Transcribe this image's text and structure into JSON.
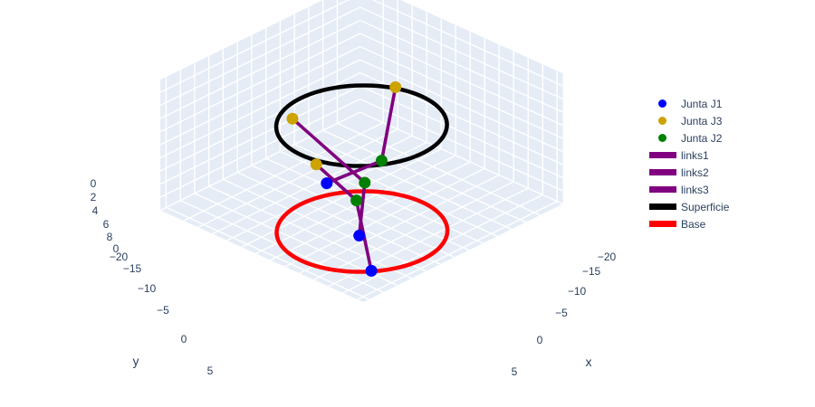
{
  "chart_data": {
    "type": "scatter3d",
    "axes": {
      "x": {
        "title": "x",
        "tick_labels": [
          "−20",
          "−15",
          "−10",
          "−5",
          "0",
          "5"
        ]
      },
      "y": {
        "title": "y",
        "tick_labels": [
          "−20",
          "−15",
          "−10",
          "−5",
          "0",
          "5"
        ]
      },
      "z": {
        "title": "",
        "tick_labels": [
          "0",
          "2",
          "4",
          "6",
          "8",
          "0"
        ]
      }
    },
    "colors": {
      "scene_bg": "#e5ecf6",
      "grid": "#ffffff",
      "joint_j1": "#0000ff",
      "joint_j3": "#cca300",
      "joint_j2": "#008000",
      "links": "#800080",
      "superficie": "#000000",
      "base": "#ff0000"
    },
    "legend": {
      "placement": "right",
      "items": [
        {
          "label": "Junta J1",
          "kind": "marker",
          "color": "#0000ff"
        },
        {
          "label": "Junta J3",
          "kind": "marker",
          "color": "#cca300"
        },
        {
          "label": "Junta J2",
          "kind": "marker",
          "color": "#008000"
        },
        {
          "label": "links1",
          "kind": "line",
          "color": "#800080"
        },
        {
          "label": "links2",
          "kind": "line",
          "color": "#800080"
        },
        {
          "label": "links3",
          "kind": "line",
          "color": "#800080"
        },
        {
          "label": "Superficie",
          "kind": "line",
          "color": "#000000"
        },
        {
          "label": "Base",
          "kind": "line",
          "color": "#ff0000"
        }
      ]
    },
    "traces": {
      "junta_j1": [
        [
          -14.0,
          -8.0,
          0.0
        ],
        [
          -1.5,
          -1.0,
          0.0
        ],
        [
          6.0,
          4.5,
          0.0
        ]
      ],
      "junta_j2": [
        [
          -6.0,
          -9.5,
          3.0
        ],
        [
          -3.5,
          -4.0,
          3.0
        ],
        [
          -1.0,
          0.0,
          3.0
        ]
      ],
      "junta_j3": [
        [
          -11.0,
          -17.0,
          6.0
        ],
        [
          -14.5,
          -2.5,
          6.0
        ],
        [
          -4.0,
          4.0,
          6.0
        ]
      ],
      "links": [
        [
          [
            -14.0,
            -8.0,
            0.0
          ],
          [
            -6.0,
            -9.5,
            3.0
          ],
          [
            -11.0,
            -17.0,
            6.0
          ]
        ],
        [
          [
            -1.5,
            -1.0,
            0.0
          ],
          [
            -3.5,
            -4.0,
            3.0
          ],
          [
            -14.5,
            -2.5,
            6.0
          ]
        ],
        [
          [
            6.0,
            4.5,
            0.0
          ],
          [
            -1.0,
            0.0,
            3.0
          ],
          [
            -4.0,
            4.0,
            6.0
          ]
        ]
      ],
      "superficie": {
        "center": [
          -7.0,
          -7.0,
          6.0
        ],
        "radius": 10.5
      },
      "base": {
        "center": [
          -2.0,
          -2.0,
          0.0
        ],
        "radius": 10.5
      }
    }
  }
}
